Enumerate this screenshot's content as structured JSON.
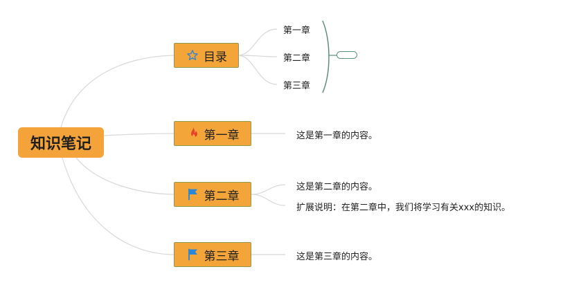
{
  "root": {
    "label": "知识笔记"
  },
  "branches": {
    "mulu": {
      "label": "目录",
      "icon": "star-icon",
      "children": [
        "第一章",
        "第二章",
        "第三章"
      ]
    },
    "ch1": {
      "label": "第一章",
      "icon": "fire-icon",
      "notes": [
        "这是第一章的内容。"
      ]
    },
    "ch2": {
      "label": "第二章",
      "icon": "flag-icon",
      "notes": [
        "这是第二章的内容。",
        "扩展说明：在第二章中，我们将学习有关xxx的知识。"
      ]
    },
    "ch3": {
      "label": "第三章",
      "icon": "flag-icon",
      "notes": [
        "这是第三章的内容。"
      ]
    }
  },
  "colors": {
    "node_fill": "#f3a53a",
    "node_border": "#8e9a4a",
    "connector": "#d8d8d8",
    "summary": "#5b8f7a",
    "flag": "#2a86d6",
    "star": "#2a86d6",
    "fire": "#e8412a"
  }
}
